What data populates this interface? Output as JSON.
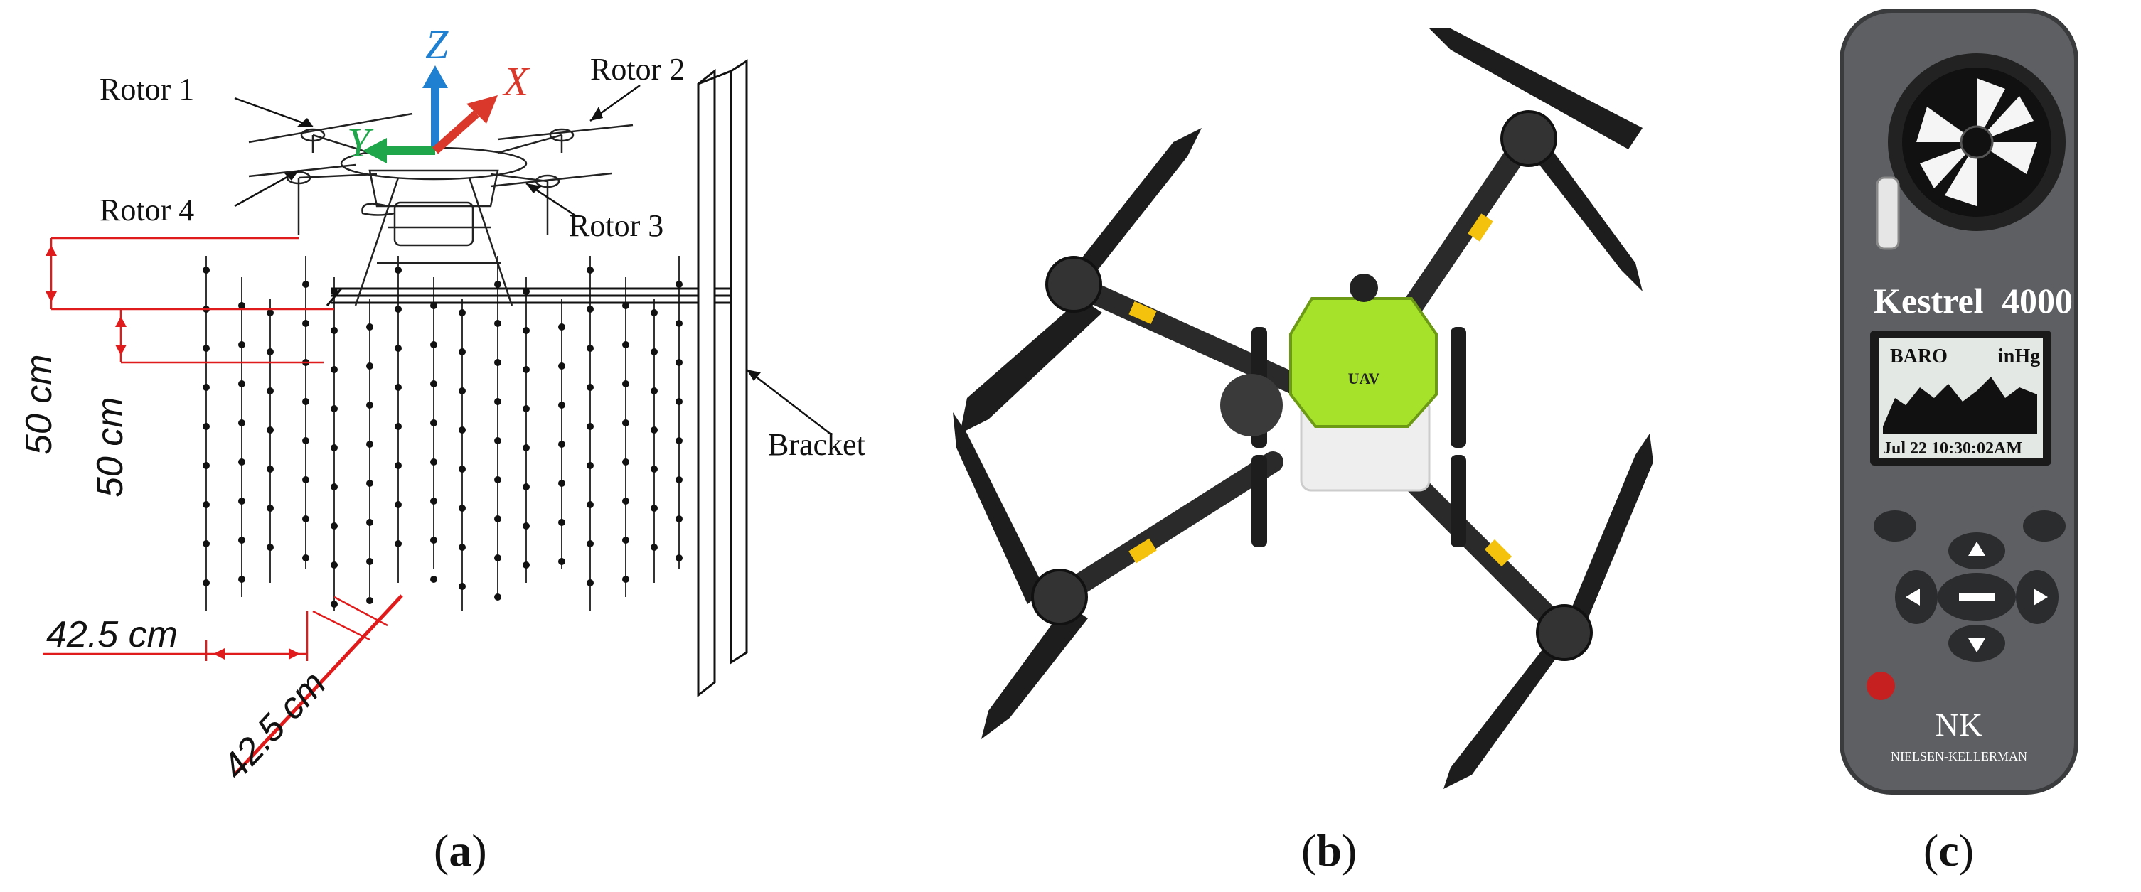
{
  "panel_a": {
    "labels": {
      "rotor1": "Rotor 1",
      "rotor2": "Rotor 2",
      "rotor3": "Rotor 3",
      "rotor4": "Rotor 4",
      "bracket": "Bracket"
    },
    "axes": {
      "x": "X",
      "y": "Y",
      "z": "Z"
    },
    "axis_colors": {
      "x": "#d9382b",
      "y": "#1fa64a",
      "z": "#1f7fd1"
    },
    "dimensions": {
      "height_outer": "50 cm",
      "height_inner": "50 cm",
      "spacing_row": "42.5 cm",
      "spacing_col": "42.5 cm"
    },
    "dimension_color": "#e01b1b",
    "caption_letter": "a"
  },
  "panel_b": {
    "body_label": "UAV",
    "body_color": "#a6e22a",
    "caption_letter": "b"
  },
  "panel_c": {
    "brand": "Kestrel",
    "model": "4000",
    "screen_mode": "BARO",
    "screen_unit": "inHg",
    "screen_datetime": "Jul 22  10:30:02AM",
    "maker_logo": "NK",
    "maker_name": "NIELSEN-KELLERMAN",
    "caption_letter": "c"
  }
}
